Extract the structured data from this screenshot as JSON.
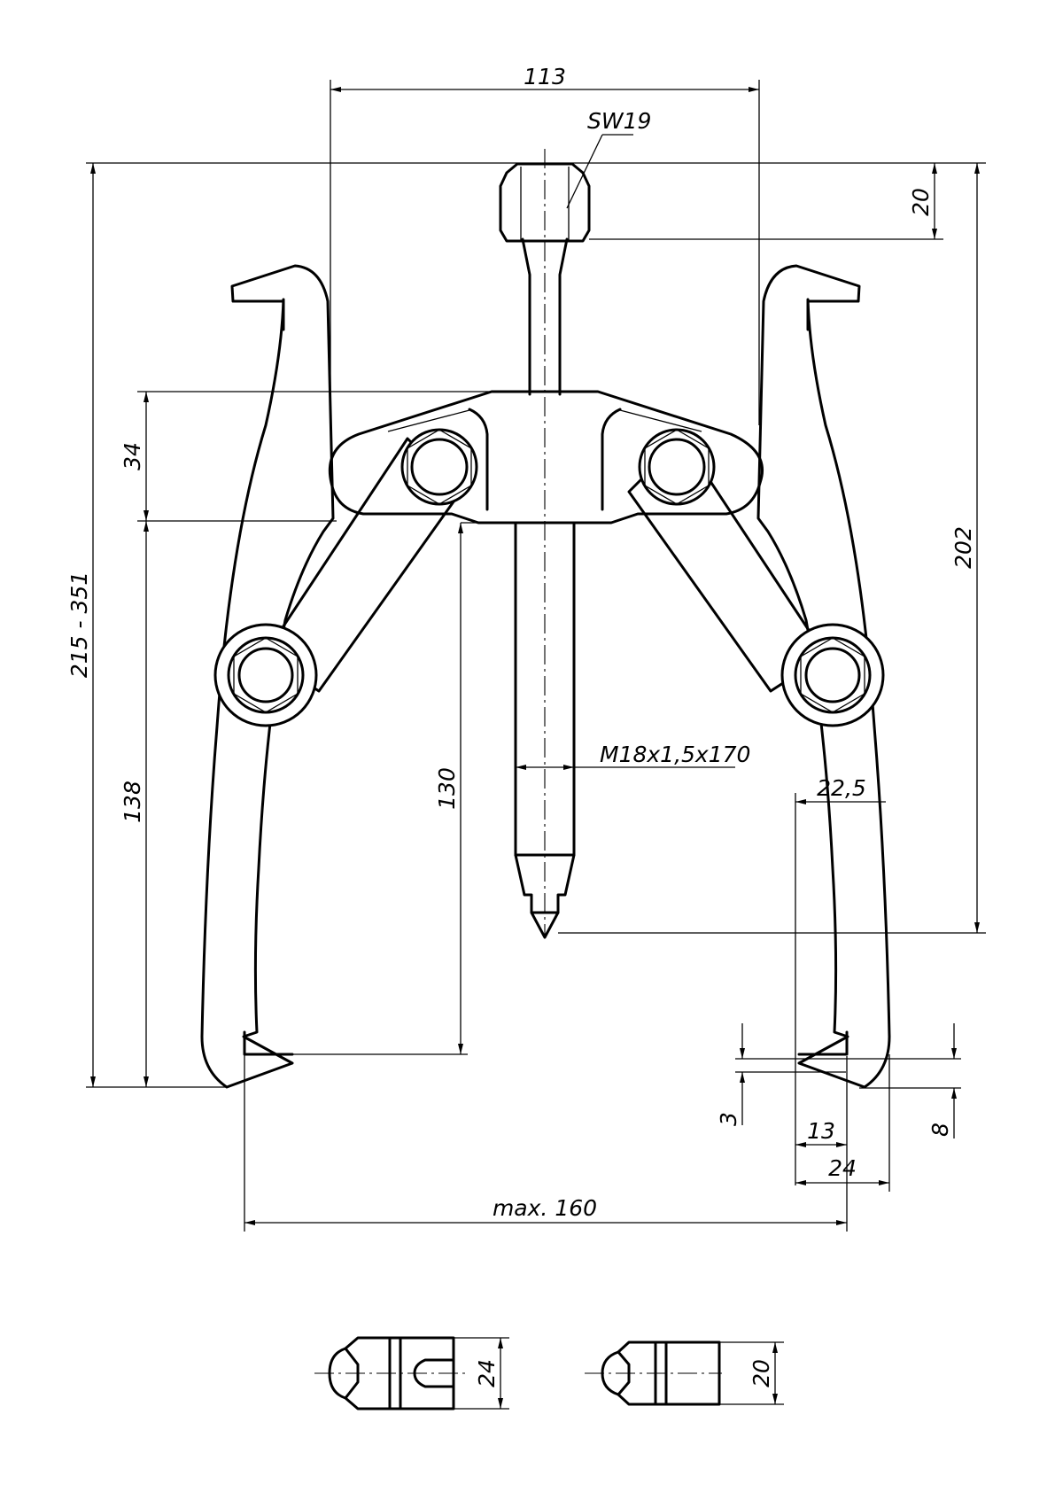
{
  "dimensions": {
    "width_top": "113",
    "wrench_size": "SW19",
    "nut_height": "20",
    "total_height_range": "215 - 351",
    "crossbar_height": "34",
    "arm_height": "138",
    "spindle_to_jaw": "130",
    "spindle_thread": "M18x1,5x170",
    "overall_height": "202",
    "jaw_offset": "22,5",
    "jaw_tip_thickness": "3",
    "jaw_depth": "13",
    "jaw_width": "24",
    "jaw_thickness": "8",
    "max_opening": "max. 160",
    "detail_left_width": "24",
    "detail_right_width": "20"
  }
}
